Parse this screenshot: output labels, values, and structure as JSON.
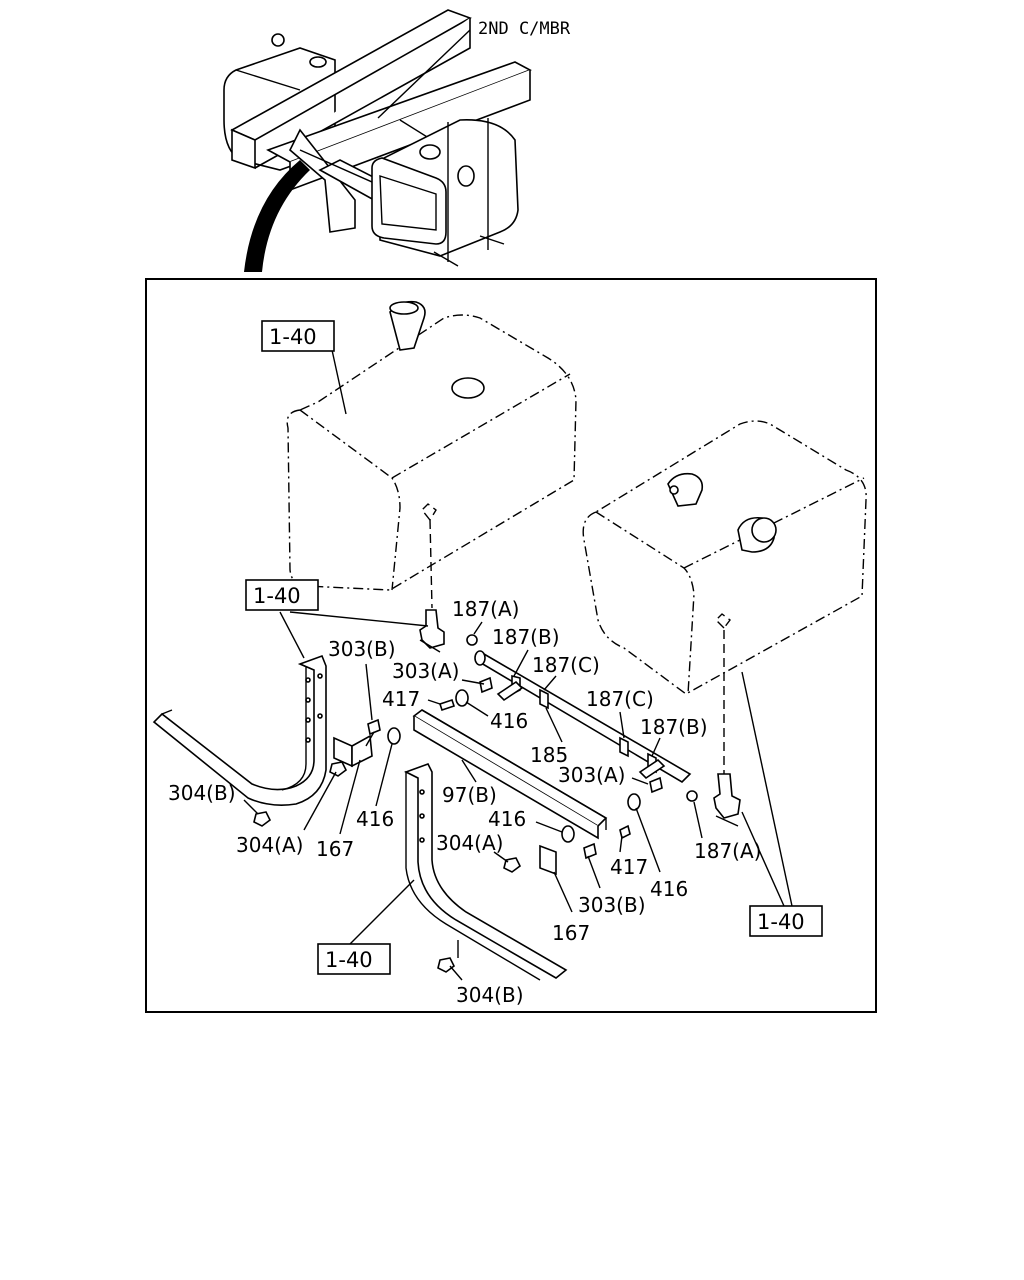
{
  "overview": {
    "crossmember_label": "2ND C/MBR"
  },
  "callouts": {
    "ref_upper_tank": "1-40",
    "ref_left_bracket": "1-40",
    "ref_right_tank": "1-40",
    "ref_lower_bracket": "1-40",
    "p187a_top": "187(A)",
    "p187b_top": "187(B)",
    "p187c_top": "187(C)",
    "p187c_mid": "187(C)",
    "p187b_mid": "187(B)",
    "p187a_bottom": "187(A)",
    "p303b_left": "303(B)",
    "p303a_left": "303(A)",
    "p303a_right": "303(A)",
    "p303b_right": "303(B)",
    "p417_left": "417",
    "p417_right": "417",
    "p416_upper": "416",
    "p416_left": "416",
    "p416_mid": "416",
    "p416_right": "416",
    "p185": "185",
    "p97b": "97(B)",
    "p304b_left": "304(B)",
    "p304a_left": "304(A)",
    "p304a_right": "304(A)",
    "p304b_bottom": "304(B)",
    "p167_left": "167",
    "p167_right": "167"
  }
}
